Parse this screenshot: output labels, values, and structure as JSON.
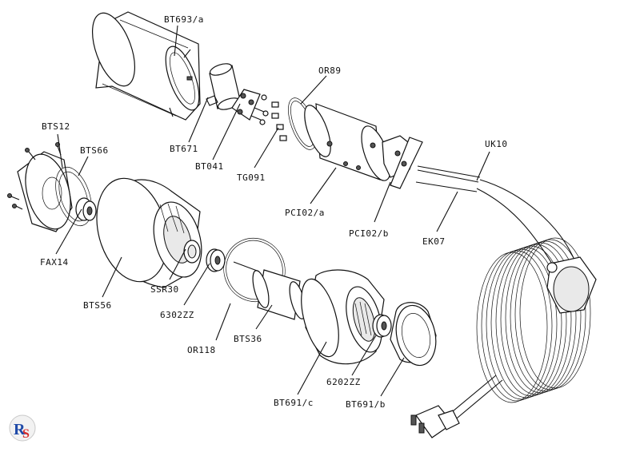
{
  "labels": {
    "bt693a": "BT693/a",
    "bt671": "BT671",
    "bt041": "BT041",
    "or89": "OR89",
    "tg091": "TG091",
    "pci02a": "PCI02/a",
    "pci02b": "PCI02/b",
    "uk10": "UK10",
    "ek07": "EK07",
    "bts12": "BTS12",
    "bts66": "BTS66",
    "fax14": "FAX14",
    "bts56": "BTS56",
    "ssr30": "SSR30",
    "b6302zz": "6302ZZ",
    "or118": "OR118",
    "bts36": "BTS36",
    "b6202zz": "6202ZZ",
    "bt691c": "BT691/c",
    "bt691b": "BT691/b"
  },
  "logo": {
    "text": "RS",
    "colors": [
      "#1f4aa8",
      "#d42a2a"
    ]
  }
}
